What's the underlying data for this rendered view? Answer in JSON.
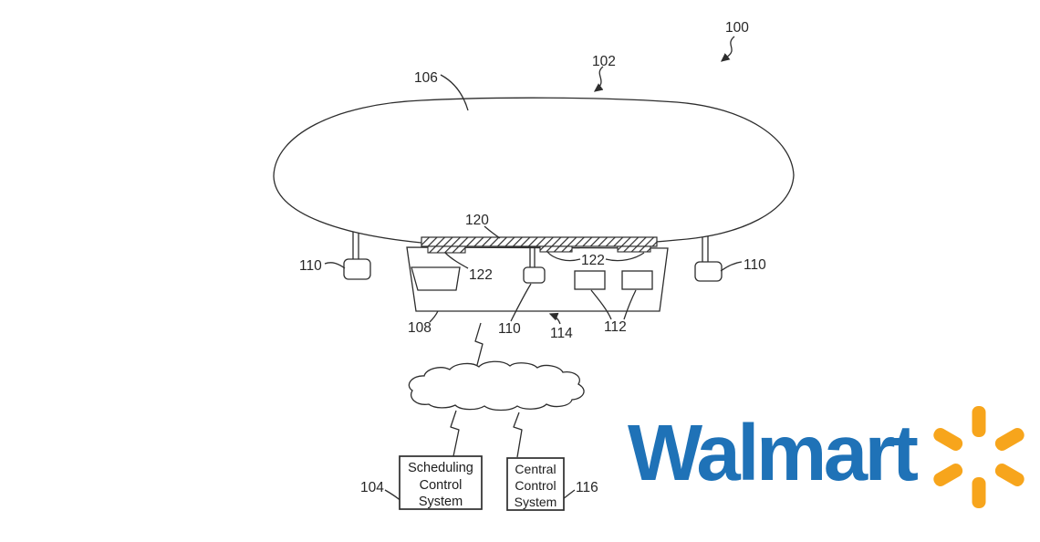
{
  "figure": {
    "labels": {
      "n100": "100",
      "n102": "102",
      "n104": "104",
      "n106": "106",
      "n108": "108",
      "n110_left": "110",
      "n110_bottom": "110",
      "n110_right": "110",
      "n112": "112",
      "n114": "114",
      "n116": "116",
      "n120": "120",
      "n122_inner": "122",
      "n122_right": "122"
    },
    "scheduling_box": {
      "line1": "Scheduling",
      "line2": "Control",
      "line3": "System"
    },
    "central_box": {
      "line1": "Central",
      "line2": "Control",
      "line3": "System"
    }
  },
  "logo": {
    "wordmark": "Walmart",
    "colors": {
      "blue": "#1f72b7",
      "spark": "#f7a51c"
    }
  }
}
